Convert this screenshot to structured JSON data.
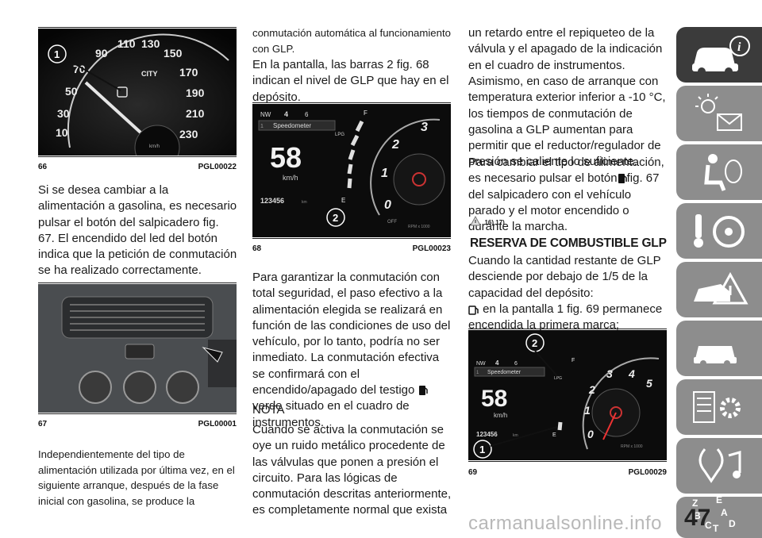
{
  "figures": {
    "f66": {
      "num": "66",
      "code": "PGL00022",
      "speed_labels": [
        "10",
        "30",
        "50",
        "70",
        "90",
        "110",
        "130",
        "150",
        "170",
        "190",
        "210",
        "230"
      ],
      "mode": "CITY",
      "unit": "km/h",
      "callout": "1"
    },
    "f67": {
      "num": "67",
      "code": "PGL00001"
    },
    "f68": {
      "num": "68",
      "code": "PGL00023",
      "gear": "NW",
      "gear_num": "4",
      "six": "6",
      "menu": "Speedometer",
      "menu_num": "1",
      "speed": "58",
      "unit": "km/h",
      "odo": "123456",
      "odo_unit": "km",
      "rpm_labels": [
        "0",
        "1",
        "2",
        "3"
      ],
      "rpm_unit": "RPM x 1000",
      "off": "OFF",
      "lpg": "LPG",
      "fuel_f": "F",
      "fuel_e": "E",
      "callout": "2"
    },
    "f69": {
      "num": "69",
      "code": "PGL00029",
      "gear": "NW",
      "gear_num": "4",
      "six": "6",
      "menu": "Speedometer",
      "menu_num": "1",
      "speed": "58",
      "unit": "km/h",
      "odo": "123456",
      "odo_unit": "km",
      "rpm_labels": [
        "0",
        "1",
        "2",
        "3",
        "4",
        "5"
      ],
      "rpm_unit": "RPM x 1000",
      "lpg": "LPG",
      "fuel_f": "F",
      "fuel_e": "E",
      "callout_top": "2",
      "callout_bottom": "1"
    }
  },
  "col1": {
    "para1": "Si se desea cambiar a la alimentación a gasolina, es necesario pulsar el botón del salpicadero fig. 67. El encendido del led del botón indica que la petición de conmutación se ha realizado correctamente.",
    "para2": "Independientemente del tipo de alimentación utilizada por última vez, en el siguiente arranque, después de la fase inicial con gasolina, se produce la"
  },
  "col2": {
    "para1": "conmutación automática al funcionamiento con GLP.",
    "para2": "En la pantalla, las barras 2 fig. 68 indican el nivel de GLP que hay en el depósito.",
    "para3a": "Para garantizar la conmutación con total seguridad, el paso efectivo a la alimentación elegida se realizará en función de las condiciones de uso del vehículo, por lo tanto, podría no ser inmediato. La conmutación efectiva se confirmará con el encendido/apagado del testigo",
    "para3b": "verde situado en el cuadro de instrumentos.",
    "nota": "NOTA",
    "para4": "Cuando se activa la conmutación se oye un ruido metálico procedente de las válvulas que ponen a presión el circuito. Para las lógicas de conmutación descritas anteriormente, es completamente normal que exista"
  },
  "col3": {
    "para1": "un retardo entre el repiqueteo de la válvula y el apagado de la indicación en el cuadro de instrumentos.",
    "para2": "Asimismo, en caso de arranque con temperatura exterior inferior a -10 °C, los tiempos de conmutación de gasolina a GLP aumentan para permitir que el reductor/regulador de presión se caliente lo suficiente.",
    "para3a": "Para cambiar el tipo de alimentación, es necesario pulsar el botón",
    "para3b": "fig. 67 del salpicadero con el vehículo parado y el motor encendido o durante la marcha.",
    "refs": "16) 17)",
    "heading": "RESERVA DE COMBUSTIBLE GLP",
    "para4": "Cuando la cantidad restante de GLP desciende por debajo de 1/5 de la capacidad del depósito:",
    "para5": "en la pantalla 1 fig. 69 permanece encendida la primera marca;"
  },
  "side": {
    "tabs": [
      "car-info-icon",
      "lights-mail-icon",
      "seat-airbag-icon",
      "key-steering-icon",
      "warning-car-icon",
      "car-service-icon",
      "gear-settings-icon",
      "multimedia-icon",
      "index-icon"
    ],
    "active_tab": "car-info-icon",
    "page_number": "47",
    "index_letters": [
      "Z",
      "E",
      "B",
      "A",
      "C",
      "T",
      "D"
    ]
  },
  "watermark": "carmanualsonline.info"
}
